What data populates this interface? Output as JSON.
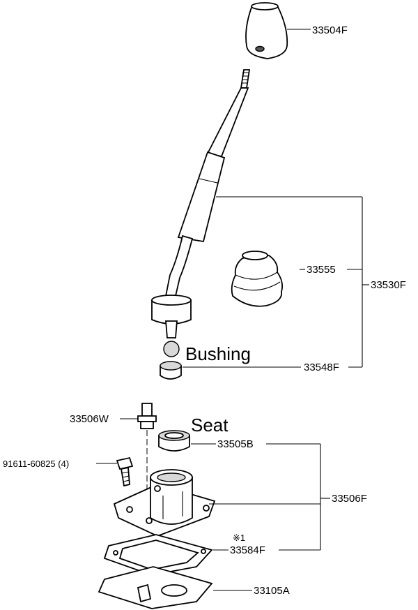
{
  "parts": {
    "knob": "33504F",
    "boot": "33555",
    "lever_assy": "33530F",
    "bushing_part": "33548F",
    "bolt_w": "33506W",
    "seat_part": "33505B",
    "bolt_91611": "91611-60825 (4)",
    "retainer_assy": "33506F",
    "gasket": "33584F",
    "gasket_note": "※1",
    "plate": "33105A"
  },
  "callouts": {
    "bushing": "Bushing",
    "seat": "Seat"
  }
}
